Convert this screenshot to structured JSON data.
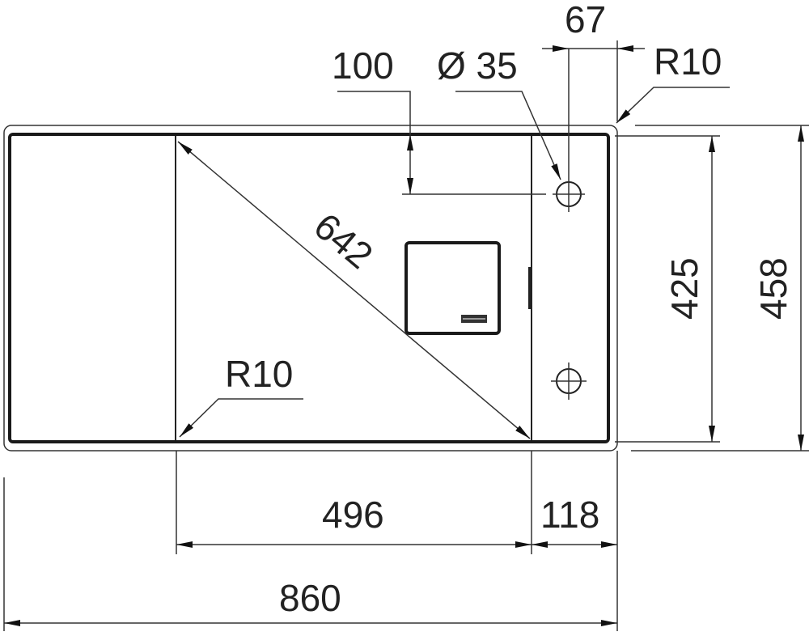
{
  "title": "Sink dimension drawing",
  "dimensions": {
    "overall_width": "860",
    "overall_depth": "458",
    "bowl_depth": "425",
    "bowl_width": "496",
    "tap_ledge_width": "118",
    "bowl_diagonal": "642",
    "tap_hole_offset_top": "100",
    "tap_hole_diameter": "Ø 35",
    "tap_hole_offset_side": "67",
    "corner_radius_outer": "R10",
    "corner_radius_bowl": "R10"
  },
  "colors": {
    "line": "#1a1a1a",
    "background": "#ffffff"
  }
}
